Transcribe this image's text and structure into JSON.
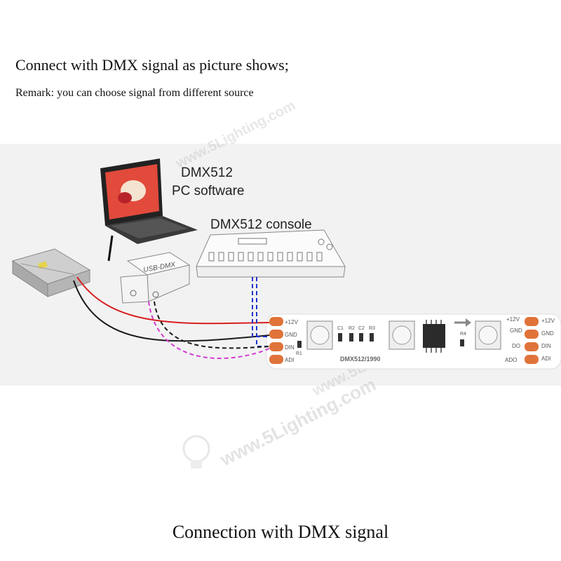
{
  "heading": "Connect with DMX signal as picture shows;",
  "remark": "Remark: you can choose signal from different source",
  "caption": "Connection with DMX signal",
  "labels": {
    "pc_software_line1": "DMX512",
    "pc_software_line2": "PC software",
    "console": "DMX512 console",
    "usb_dmx": "USB-DMX",
    "strip_model": "DMX512/1990"
  },
  "strip": {
    "left_pads": [
      "+12V",
      "GND",
      "DIN",
      "ADI"
    ],
    "right_pads": [
      "+12V",
      "GND",
      "DO",
      "ADO"
    ],
    "far_right_pads": [
      "+12V",
      "GND",
      "DIN",
      "ADI"
    ],
    "components": [
      "C1",
      "R2",
      "C2",
      "R3",
      "R1",
      "R4"
    ]
  },
  "watermark": "www.5Lighting.com",
  "colors": {
    "red_wire": "#d81e1e",
    "black_wire": "#1a1a1a",
    "blue_signal": "#2233cc",
    "magenta_signal": "#d23cd2",
    "pad": "#e0733a",
    "strip": "#ffffff"
  }
}
